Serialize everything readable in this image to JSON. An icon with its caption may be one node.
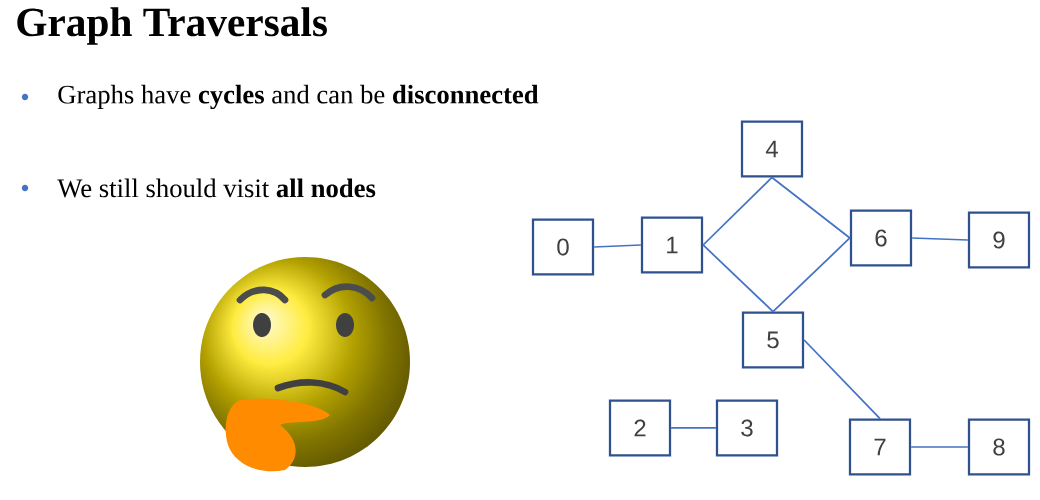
{
  "diagram": {
    "title": "Graph Traversals",
    "nodes": [
      {
        "text": [
          "0"
        ]
      },
      {
        "text": [
          "1"
        ]
      },
      {
        "text": [
          "4"
        ]
      },
      {
        "text": [
          "6"
        ]
      },
      {
        "text": [
          "9"
        ]
      },
      {
        "text": [
          "5"
        ]
      },
      {
        "text": [
          "2"
        ]
      },
      {
        "text": [
          "3"
        ]
      },
      {
        "text": [
          "7"
        ]
      },
      {
        "text": [
          "8"
        ]
      }
    ],
    "edges": [
      {
        "from": 0,
        "to": 1,
        "arrow": "none"
      },
      {
        "from": 1,
        "to": 2,
        "arrow": "none"
      },
      {
        "from": 1,
        "to": 5,
        "arrow": "none"
      },
      {
        "from": 2,
        "to": 3,
        "arrow": "none"
      },
      {
        "from": 5,
        "to": 3,
        "arrow": "none"
      },
      {
        "from": 3,
        "to": 4,
        "arrow": "none"
      },
      {
        "from": 5,
        "to": 8,
        "arrow": "none"
      },
      {
        "from": 6,
        "to": 7,
        "arrow": "none"
      },
      {
        "from": 8,
        "to": 9,
        "arrow": "none"
      }
    ],
    "labels": [
      "Graphs have **cycles** and can be **disconnected**",
      "We still should visit **all nodes**"
    ]
  }
}
